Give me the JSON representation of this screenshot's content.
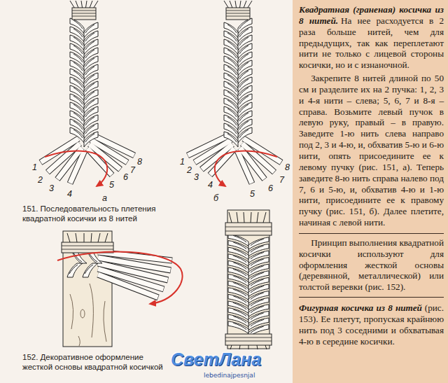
{
  "diagram": {
    "nodes": [
      {
        "text": [
          "Квадратная (граненая) косичка из 8 нитей.",
          "На нее расходуется в 2 раза больше нитей, чем для предыдущих, так как переплетают нити не только с лицевой стороны косички, но и с изнаночной.",
          "Закрепите 8 нитей длиной по 50 см и разделите их на 2 пучка: 1, 2, 3 и 4-я нити – слева; 5, 6, 7 и 8-я – справа. Возьмите левый пучок в левую руку, правый – в правую. Заведите 1-ю нить слева направо под 2, 3 и 4-ю, и, обхватив 5-ю и 6-ю нити, опять присоедините ее к левому пучку (рис. 151, а). Теперь заведите 8-ю нить справа налево под 7, 6 и 5-ю, и, обхватив 4-ю и 1-ю нити, присоедините ее к правому пучку (рис. 151, б). Далее плетите, начиная с левой нити.",
          "Принцип выполнения квадратной косички используют для оформления жесткой основы (деревянной, металлической) или толстой веревки (рис. 152).",
          "Фигурная косичка из 8 нитей",
          "(рис. 153). Ее плетут, пропуская крайнюю нить под 3 соседними и обхватывая 4-ю в середине косички."
        ]
      }
    ],
    "labels": [
      "1",
      "2",
      "3",
      "4",
      "5",
      "6",
      "7",
      "8",
      "а",
      "1",
      "2",
      "3",
      "4",
      "5",
      "6",
      "7",
      "8",
      "б",
      "151. Последовательность плетения квадратной косички из 8 нитей",
      "152. Декоративное оформление жесткой основы квадратной косичкой",
      "СветЛана",
      "lebedinajpesnjal"
    ]
  }
}
